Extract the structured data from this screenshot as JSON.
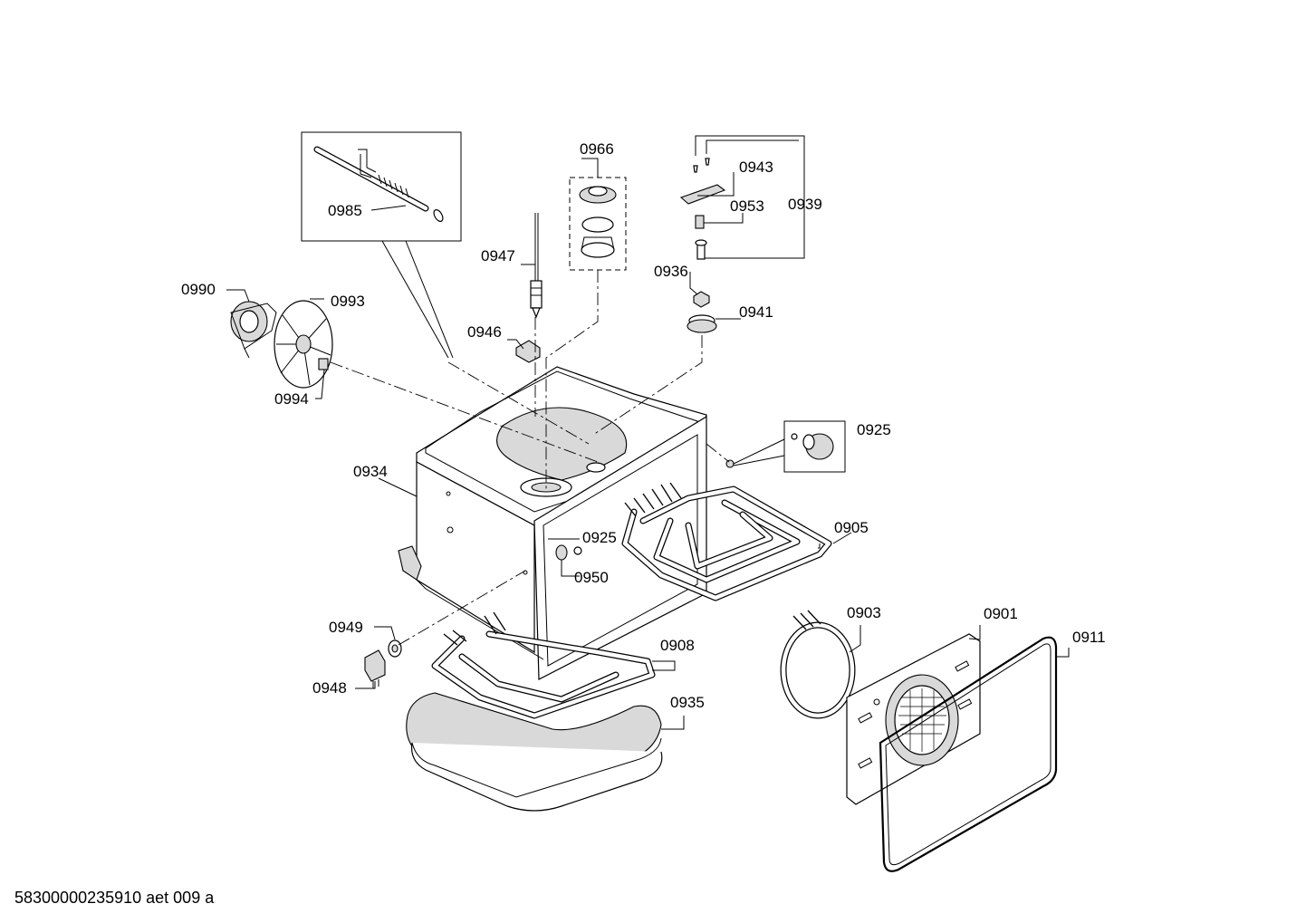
{
  "labels": {
    "p0966": "0966",
    "p0943": "0943",
    "p0939": "0939",
    "p0953": "0953",
    "p0985": "0985",
    "p0947": "0947",
    "p0936": "0936",
    "p0990": "0990",
    "p0993": "0993",
    "p0941": "0941",
    "p0946": "0946",
    "p0994": "0994",
    "p0925a": "0925",
    "p0934": "0934",
    "p0905": "0905",
    "p0925b": "0925",
    "p0950": "0950",
    "p0903": "0903",
    "p0901": "0901",
    "p0911": "0911",
    "p0949": "0949",
    "p0908": "0908",
    "p0948": "0948",
    "p0935": "0935"
  },
  "footer": "58300000235910 aet 009 a"
}
